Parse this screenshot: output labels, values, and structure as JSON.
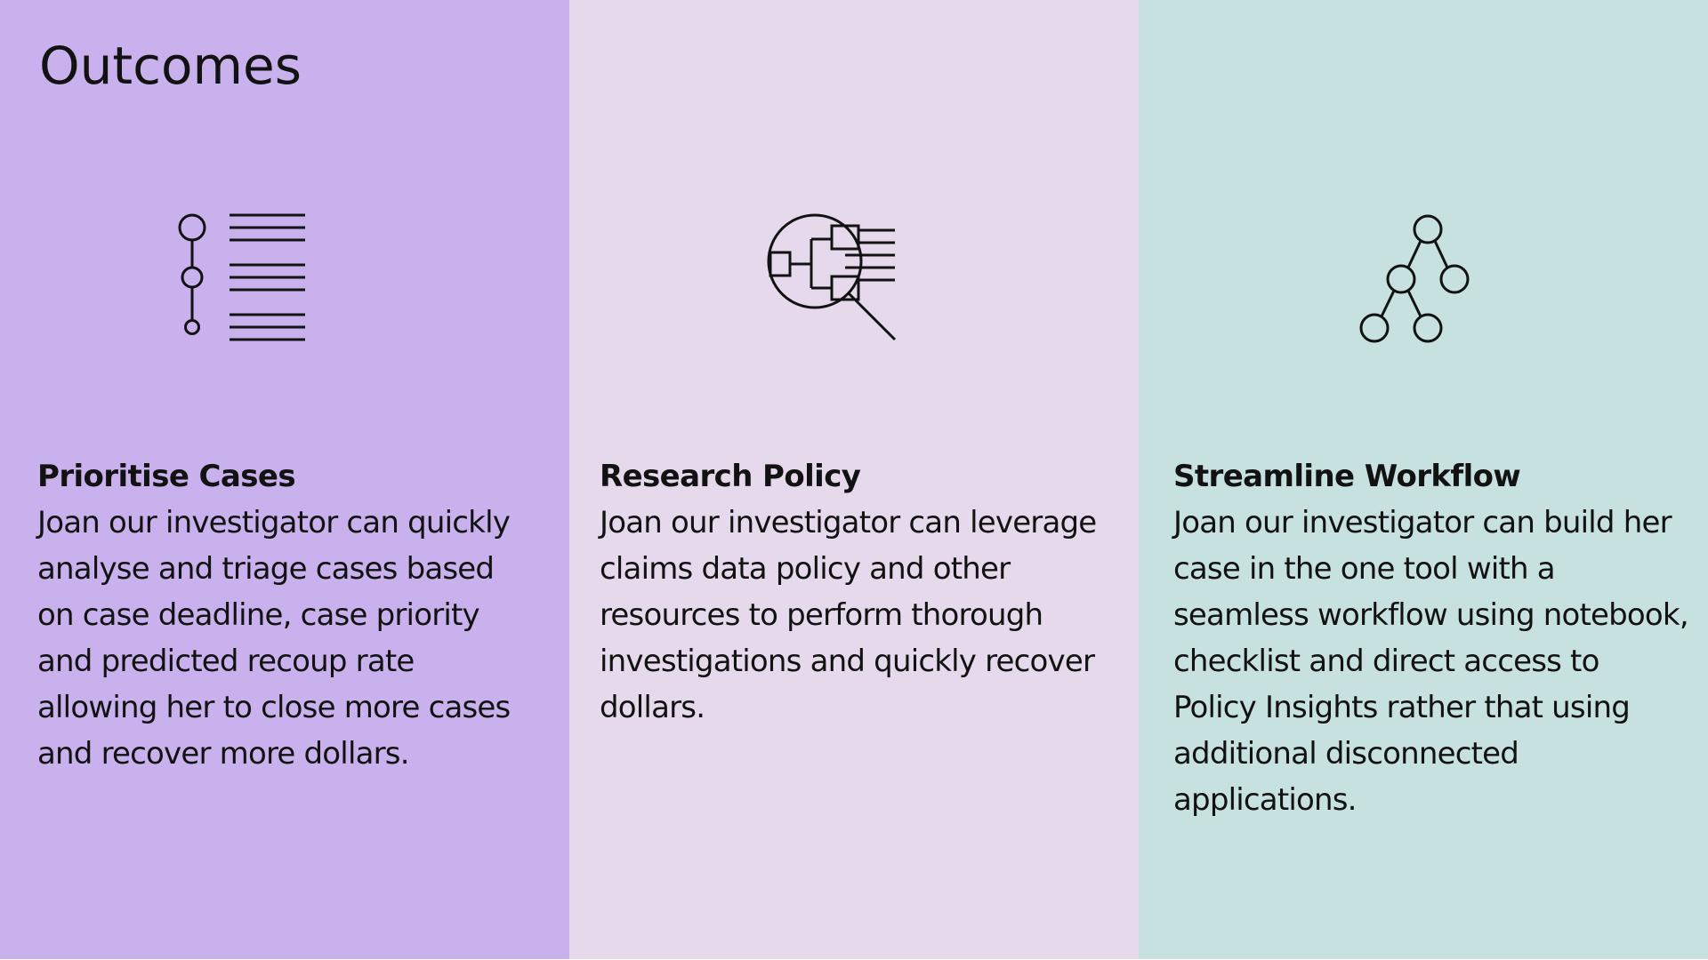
{
  "page": {
    "title": "Outcomes"
  },
  "colors": {
    "panel_1": "#c8b1ec",
    "panel_2": "#e6d9ec",
    "panel_3": "#c6e1e0",
    "text": "#121212"
  },
  "panels": [
    {
      "icon": "timeline-list-icon",
      "heading": "Prioritise Cases",
      "body": "Joan our investigator can quickly analyse and triage cases based on case deadline, case priority and predicted recoup rate allowing her to close more cases and recover more dollars."
    },
    {
      "icon": "magnify-data-icon",
      "heading": "Research Policy",
      "body": "Joan our investigator can leverage claims data policy and other resources to perform thorough investigations and quickly recover dollars."
    },
    {
      "icon": "tree-network-icon",
      "heading": "Streamline Workflow",
      "body": "Joan our investigator can build her case in the one tool with a seamless workflow using notebook, checklist and direct access to Policy Insights rather that using additional disconnected applications."
    }
  ]
}
